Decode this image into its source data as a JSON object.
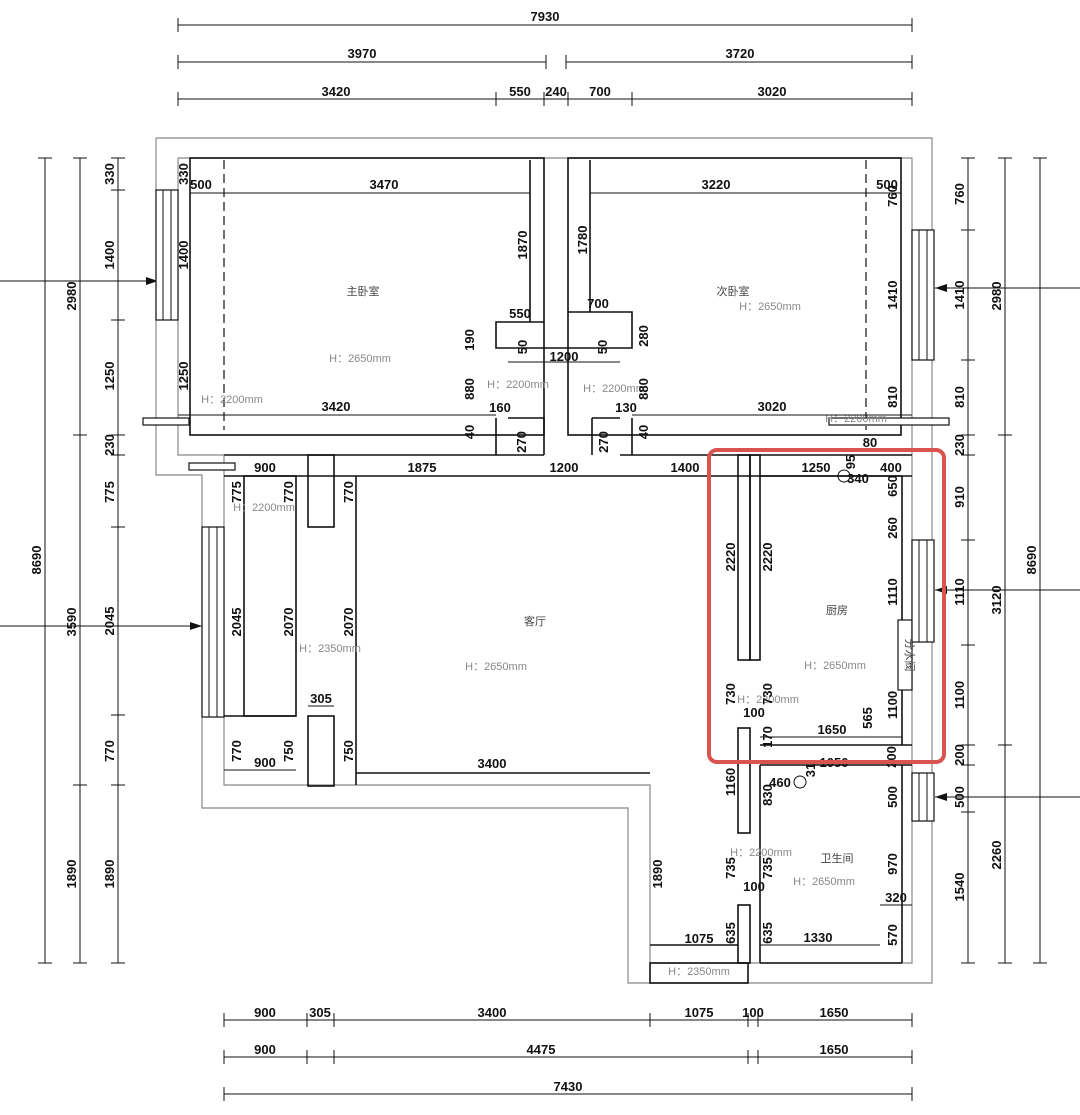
{
  "dims_top": {
    "overall": "7930",
    "left_half": "3970",
    "right_half": "3720",
    "seg1": "3420",
    "seg2": "550",
    "seg3": "240",
    "seg4": "700",
    "seg5": "3020"
  },
  "dims_bottom": {
    "row1": [
      "900",
      "305",
      "3400",
      "1075",
      "100",
      "1650"
    ],
    "row2": [
      "900",
      "4475",
      "1650"
    ],
    "overall": "7430"
  },
  "dims_left": {
    "overall": "8690",
    "top_block": "2980",
    "mid_block": "3590",
    "outer_330": "330",
    "outer_1400": "1400",
    "outer_1250": "1250",
    "outer_230": "230",
    "outer_775": "775",
    "outer_2045": "2045",
    "outer_770": "770",
    "outer_1890": "1890",
    "bottom_1890": "1890"
  },
  "dims_right": {
    "overall": "8690",
    "top_block": "2980",
    "mid_block": "3120",
    "bottom_block": "2260",
    "r760": "760",
    "r1410": "1410",
    "r810": "810",
    "r230": "230",
    "r910": "910",
    "r1110": "1110",
    "r1100": "1100",
    "r200": "200",
    "r500": "500",
    "r1540": "1540"
  },
  "rooms": {
    "master": "主卧室",
    "second": "次卧室",
    "living": "客厅",
    "kitchen": "厨房",
    "bath": "卫生间",
    "water": "分水阀"
  },
  "heights": {
    "h2650": "H：2650mm",
    "h2200": "H：2200mm",
    "h2350": "H：2350mm"
  },
  "inner_dims": {
    "m500": "500",
    "m3470": "3470",
    "m330": "330",
    "m1400": "1400",
    "m1250": "1250",
    "m1870": "1870",
    "m3420": "3420",
    "s3220": "3220",
    "s500": "500",
    "s1780": "1780",
    "s700": "700",
    "s3020": "3020",
    "s1410": "1410",
    "s810": "810",
    "s760": "760",
    "c550": "550",
    "c190": "190",
    "c50a": "50",
    "c1200": "1200",
    "c50b": "50",
    "c280": "280",
    "c880a": "880",
    "c880b": "880",
    "c160": "160",
    "c130": "130",
    "c40a": "40",
    "c40b": "40",
    "c270a": "270",
    "c270b": "270",
    "c80": "80",
    "l900": "900",
    "l1875": "1875",
    "l1200": "1200",
    "l1400": "1400",
    "l775": "775",
    "l770a": "770",
    "l770b": "770",
    "l2045": "2045",
    "l2070a": "2070",
    "l2070b": "2070",
    "l305": "305",
    "l770c": "770",
    "l750a": "750",
    "l750b": "750",
    "l900b": "900",
    "l3400": "3400",
    "l1890": "1890",
    "l1075": "1075",
    "k1250": "1250",
    "k95": "95",
    "k400": "400",
    "k340": "340",
    "k650": "650",
    "k260": "260",
    "k2220a": "2220",
    "k2220b": "2220",
    "k1110": "1110",
    "k730a": "730",
    "k730b": "730",
    "k100": "100",
    "k565": "565",
    "k1100": "1100",
    "k1650": "1650",
    "k170": "170",
    "k2200": "200",
    "b1160": "1160",
    "b460": "460",
    "b31": "31",
    "b1050": "1050",
    "b830": "830",
    "b500": "500",
    "b735a": "735",
    "b735b": "735",
    "b970": "970",
    "b100": "100",
    "b320": "320",
    "b635a": "635",
    "b635b": "635",
    "b1330": "1330",
    "b570": "570"
  }
}
